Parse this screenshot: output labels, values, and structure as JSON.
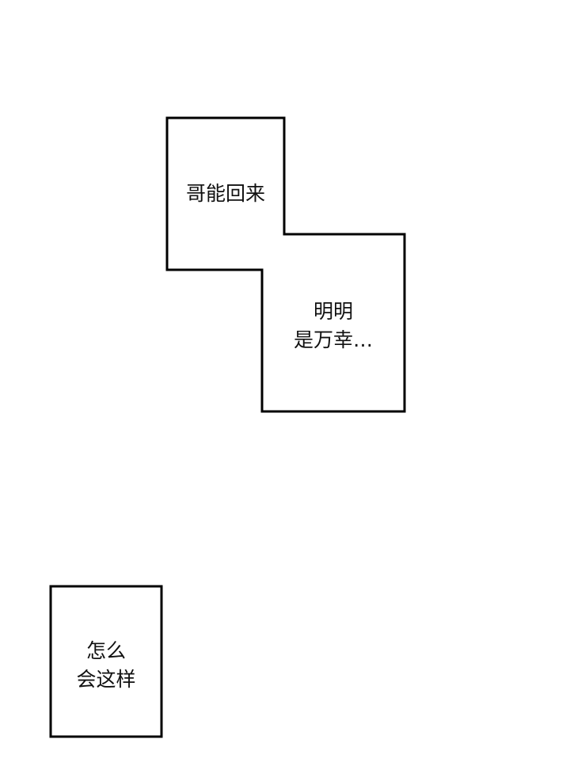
{
  "panels": [
    {
      "lines": [
        "哥能回来"
      ]
    },
    {
      "lines": [
        "明明",
        "是万幸…"
      ]
    },
    {
      "lines": [
        "怎么",
        "会这样"
      ]
    }
  ],
  "colors": {
    "background": "#ffffff",
    "border": "#000000",
    "text": "#111111"
  }
}
